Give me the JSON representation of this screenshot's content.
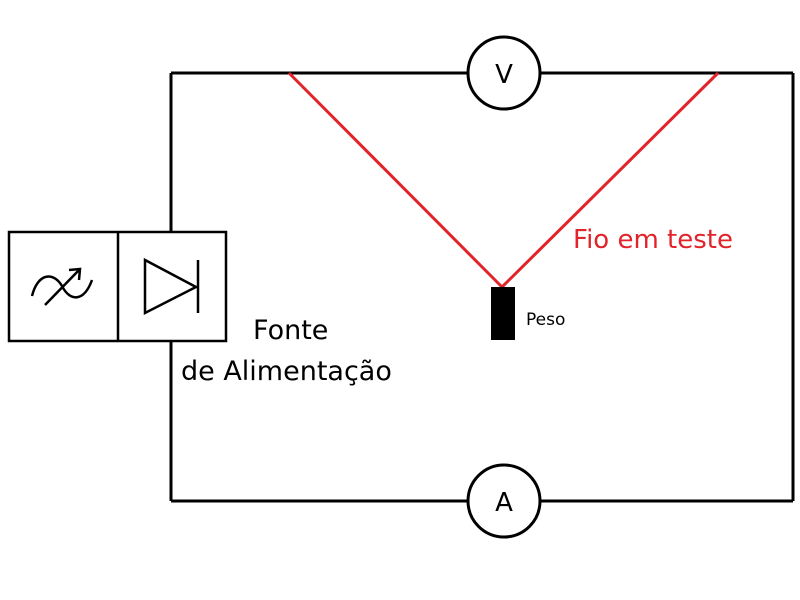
{
  "voltmeter": {
    "label": "V"
  },
  "ammeter": {
    "label": "A"
  },
  "power_source": {
    "label_line1": "Fonte",
    "label_line2": "de Alimentação"
  },
  "test_wire": {
    "label": "Fio em teste",
    "color": "#e1232a"
  },
  "weight": {
    "label": "Peso",
    "color": "#000000"
  },
  "circuit_wire_color": "#000000"
}
